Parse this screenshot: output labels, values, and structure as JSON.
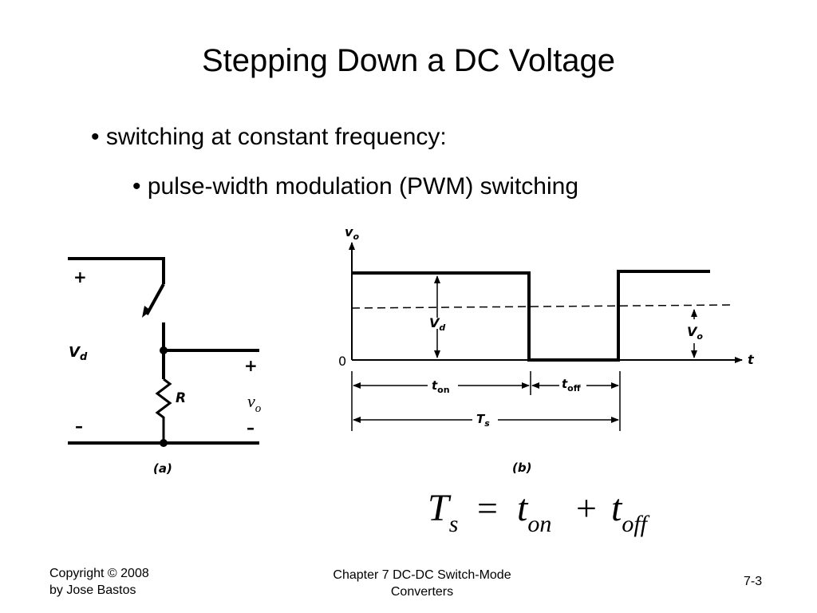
{
  "slide": {
    "title": "Stepping Down a DC Voltage",
    "bullets": [
      "• switching at constant frequency:",
      "• pulse-width modulation (PWM) switching"
    ]
  },
  "circuit": {
    "plus_top": "+",
    "minus_bottom": "–",
    "vd_main": "V",
    "vd_sub": "d",
    "plus_out": "+",
    "minus_out": "–",
    "resistor": "R",
    "vo_main": "v",
    "vo_sub": "o",
    "caption": "(a)"
  },
  "waveform": {
    "y_axis_main": "v",
    "y_axis_sub": "o",
    "x_axis": "t",
    "origin": "0",
    "vd_main": "V",
    "vd_sub": "d",
    "vo_main": "V",
    "vo_sub": "o",
    "ton_main": "t",
    "ton_sub": "on",
    "toff_main": "t",
    "toff_sub": "off",
    "ts_main": "T",
    "ts_sub": "s",
    "caption": "(b)"
  },
  "equation": {
    "lhs_main": "T",
    "lhs_sub": "s",
    "equals": "=",
    "term1_main": "t",
    "term1_sub": "on",
    "plus": "+",
    "term2_main": "t",
    "term2_sub": "off"
  },
  "footer": {
    "copyright_line1": "Copyright © 2008",
    "copyright_line2": "by Jose Bastos",
    "chapter_line1": "Chapter 7 DC-DC Switch-Mode",
    "chapter_line2": "Converters",
    "page": "7-3"
  }
}
